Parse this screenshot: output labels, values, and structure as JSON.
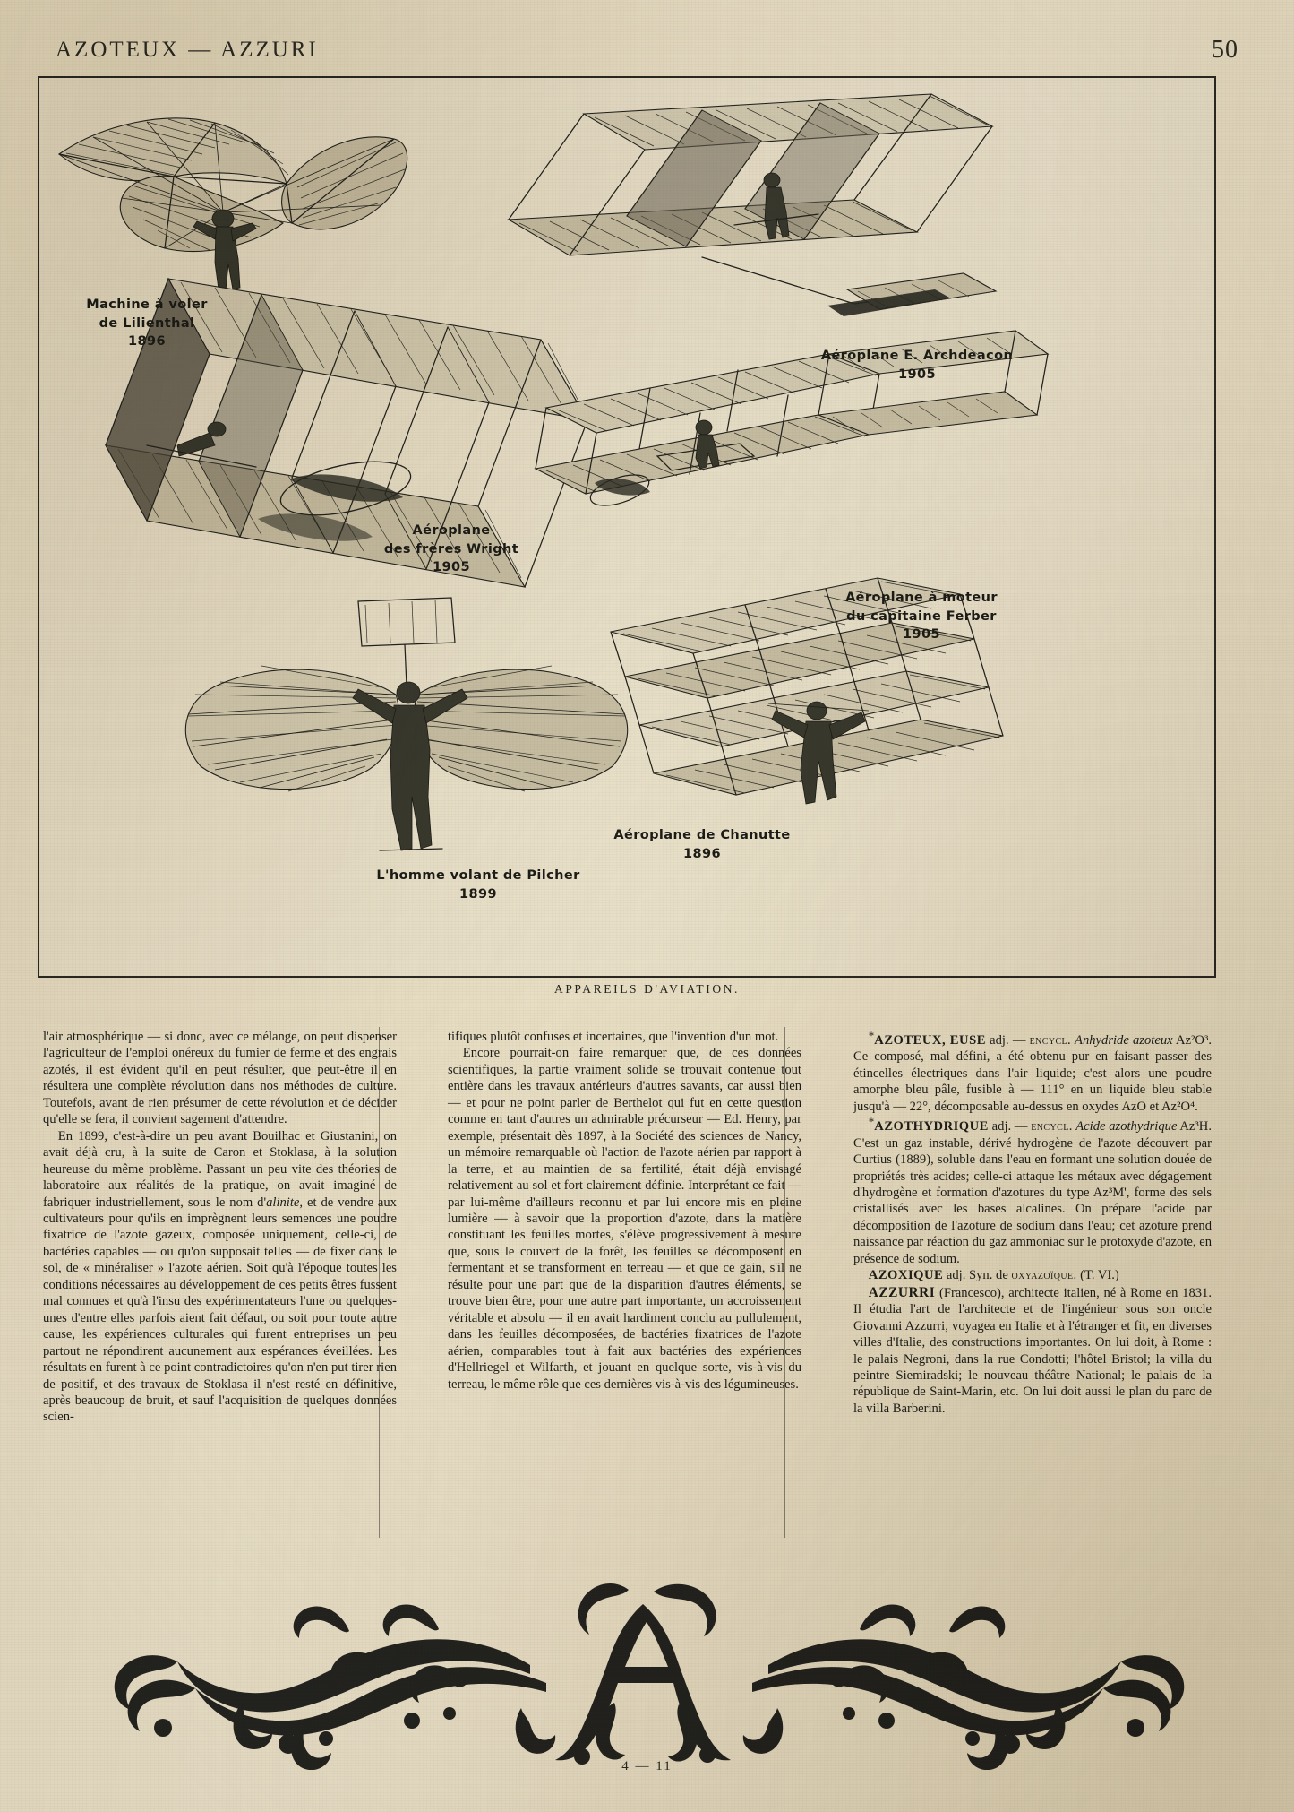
{
  "page": {
    "running_head": "AZOTEUX — AZZURI",
    "folio": "50",
    "signature": "4 — 11"
  },
  "plate": {
    "title": "APPAREILS D'AVIATION.",
    "figures": [
      {
        "name": "lilienthal",
        "caption": "Machine à voler\nde Lilienthal\n1896"
      },
      {
        "name": "archdeacon",
        "caption": "Aéroplane E. Archdeacon\n1905"
      },
      {
        "name": "wright",
        "caption": "Aéroplane\ndes frères Wright\n1905"
      },
      {
        "name": "ferber",
        "caption": "Aéroplane à moteur\ndu capitaine Ferber\n1905"
      },
      {
        "name": "pilcher",
        "caption": "L'homme volant  de Pilcher\n1899"
      },
      {
        "name": "chanutte",
        "caption": "Aéroplane de Chanutte\n1896"
      }
    ]
  },
  "columns": {
    "col1": {
      "p1": "l'air atmosphérique — si donc, avec ce mélange, on peut dispenser l'agriculteur de l'emploi onéreux du fumier de ferme et des engrais azotés, il est évident qu'il en peut résulter, que peut-être il en résultera une complète révolution dans nos méthodes de culture. Toutefois, avant de rien présumer de cette révolution et de décider qu'elle se fera, il convient sagement d'attendre.",
      "p2_a": "En 1899, c'est-à-dire un peu avant Bouilhac et Giustanini, on avait déjà cru, à la suite de Caron et Stoklasa, à la solution heureuse du même problème. Passant un peu vite des théories de laboratoire aux réalités de la pratique, on avait imaginé de fabriquer industriellement, sous le nom d'",
      "p2_it": "alinite,",
      "p2_b": " et de vendre aux cultivateurs pour qu'ils en imprègnent leurs semences une poudre fixatrice de l'azote gazeux, composée uniquement, celle-ci, de bactéries capables — ou qu'on supposait telles — de fixer dans le sol, de « minéraliser » l'azote aérien. Soit qu'à l'époque toutes les conditions nécessaires au développement de ces petits êtres fussent mal connues et qu'à l'insu des expérimentateurs l'une ou quelques-unes d'entre elles parfois aient fait défaut, ou soit pour toute autre cause, les expériences culturales qui furent entreprises un peu partout ne répondirent aucunement aux espérances éveillées. Les résultats en furent à ce point contradictoires qu'on n'en put tirer rien de positif, et des travaux de Stoklasa il n'est resté en définitive, après beaucoup de bruit, et sauf l'acquisition de quelques données scien-"
    },
    "col2": {
      "p1": "tifiques plutôt confuses et incertaines, que l'invention d'un mot.",
      "p2": "Encore pourrait-on faire remarquer que, de ces données scientifiques, la partie vraiment solide se trouvait contenue tout entière dans les travaux antérieurs d'autres savants, car aussi bien — et pour ne point parler de Berthelot qui fut en cette question comme en tant d'autres un admirable précurseur — Ed. Henry, par exemple, présentait dès 1897, à la Société des sciences de Nancy, un mémoire remarquable où l'action de l'azote aérien par rapport à la terre, et au maintien de sa fertilité, était déjà envisagé relativement au sol et fort clairement définie. Interprétant ce fait — par lui-même d'ailleurs reconnu et par lui encore mis en pleine lumière — à savoir que la proportion d'azote, dans la matière constituant les feuilles mortes, s'élève progressivement à mesure que, sous le couvert de la forêt, les feuilles se décomposent en fermentant et se transforment en terreau — et que ce gain, s'il ne résulte pour une part que de la disparition d'autres éléments, se trouve bien être, pour une autre part importante, un accroissement véritable et absolu — il en avait hardiment conclu au pullulement, dans les feuilles décomposées, de bactéries fixatrices de l'azote aérien, comparables tout à fait aux bactéries des expériences d'Hellriegel et Wilfarth, et jouant en quelque sorte, vis-à-vis du terreau, le même rôle que ces dernières vis-à-vis des légumineuses."
    },
    "col3": {
      "entries": [
        {
          "name": "azoteux",
          "star": "*",
          "headword": "AZOTEUX, EUSE",
          "pos": " adj. — ",
          "label": "Encycl.",
          "italic_term": " Anhydride azoteux",
          "body": " Az²O³. Ce composé, mal défini, a été obtenu pur en faisant passer des étincelles électriques dans l'air liquide; c'est alors une poudre amorphe bleu pâle, fusible à — 111° en un liquide bleu stable jusqu'à — 22°, décomposable au-dessus en oxydes AzO et Az²O⁴."
        },
        {
          "name": "azothydrique",
          "star": "*",
          "headword": "AZOTHYDRIQUE",
          "pos": " adj. — ",
          "label": "Encycl.",
          "italic_term": " Acide azothydrique",
          "body": " Az³H. C'est un gaz instable, dérivé hydrogène de l'azote découvert par Curtius (1889), soluble dans l'eau en formant une solution douée de propriétés très acides; celle-ci attaque les métaux avec dégagement d'hydrogène et formation d'azotures du type Az³M', forme des sels cristallisés avec les bases alcalines. On prépare l'acide par décomposition de l'azoture de sodium dans l'eau; cet azoture prend naissance par réaction du gaz ammoniac sur le protoxyde d'azote, en présence de sodium."
        },
        {
          "name": "azoxique",
          "star": "",
          "headword": "AZOXIQUE",
          "pos": " adj. Syn. de ",
          "label": "oxyazoïque.",
          "italic_term": "",
          "body": " (T. VI.)"
        },
        {
          "name": "azzurri",
          "star": "",
          "headword": "Azzurri",
          "pos": " (Francesco), architecte italien, né à Rome en 1831.",
          "label": "",
          "italic_term": "",
          "body": " Il étudia l'art de l'architecte et de l'ingénieur sous son oncle Giovanni Azzurri, voyagea en Italie et à l'étranger et fit, en diverses villes d'Italie, des constructions importantes. On lui doit, à Rome : le palais Negroni, dans la rue Condotti; l'hôtel Bristol; la villa du peintre Siemiradski; le nouveau théâtre National; le palais de la république de Saint-Marin, etc. On lui doit aussi le plan du parc de la villa Barberini."
        }
      ]
    }
  }
}
